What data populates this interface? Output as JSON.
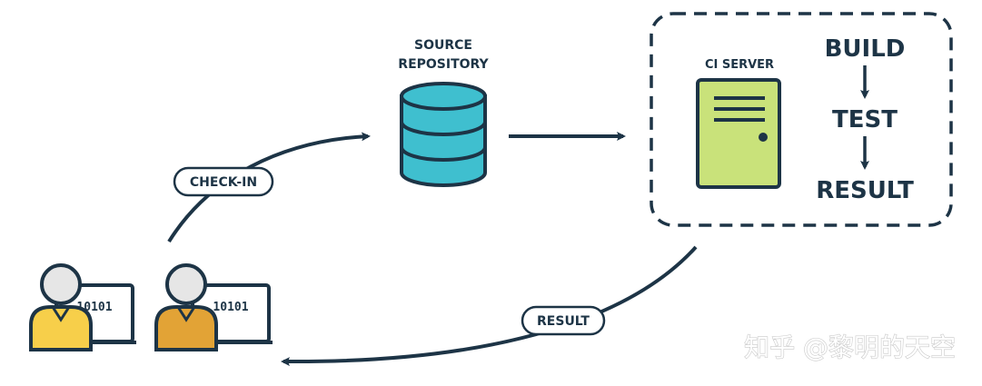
{
  "source_repository": {
    "line1": "SOURCE",
    "line2": "REPOSITORY"
  },
  "ci_server": {
    "label": "CI SERVER"
  },
  "pipeline": {
    "build": "BUILD",
    "test": "TEST",
    "result": "RESULT"
  },
  "edges": {
    "check_in": "CHECK-IN",
    "result": "RESULT"
  },
  "developers": [
    {
      "code": "10101",
      "body_color": "#f7cf4a"
    },
    {
      "code": "10101",
      "body_color": "#e2a336"
    }
  ],
  "watermark": "知乎 @黎明的天空",
  "colors": {
    "navy": "#1d3446",
    "database_teal": "#3fbfcf",
    "server_green": "#c9e27a",
    "head_gray": "#e6e6e6"
  }
}
